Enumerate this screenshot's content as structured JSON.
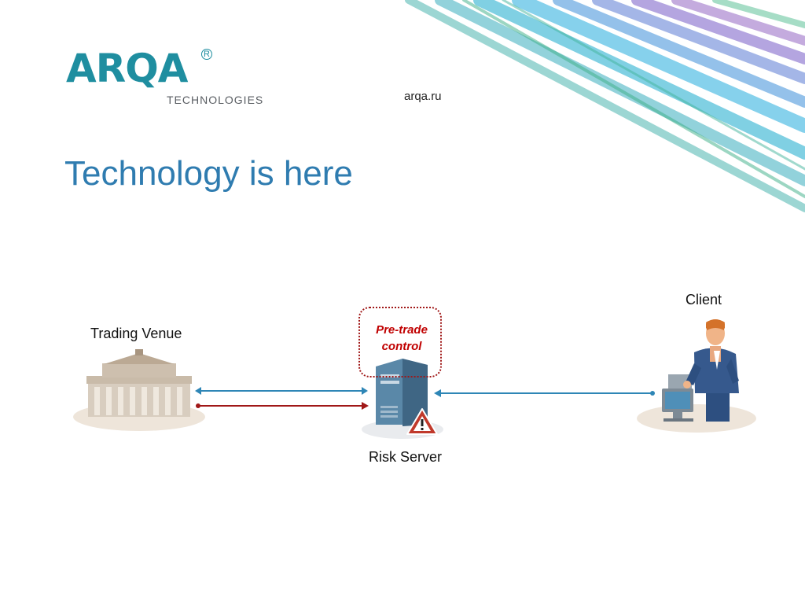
{
  "brand": {
    "logo_text": "ARQA",
    "logo_subtext": "TECHNOLOGIES",
    "registered_mark": "R",
    "url": "arqa.ru"
  },
  "slide": {
    "title": "Technology is here"
  },
  "diagram": {
    "nodes": {
      "venue": "Trading Venue",
      "server": "Risk Server",
      "client": "Client"
    },
    "control": "Pre-trade control",
    "icons": [
      "building-icon",
      "server-icon",
      "warning-icon",
      "person-at-computer-icon"
    ]
  },
  "colors": {
    "accent_blue": "#2f7cb0",
    "logo_teal": "#1f8ea0",
    "arrow_blue": "#2e86b6",
    "arrow_red": "#a01818",
    "warning_red": "#c0392b"
  }
}
